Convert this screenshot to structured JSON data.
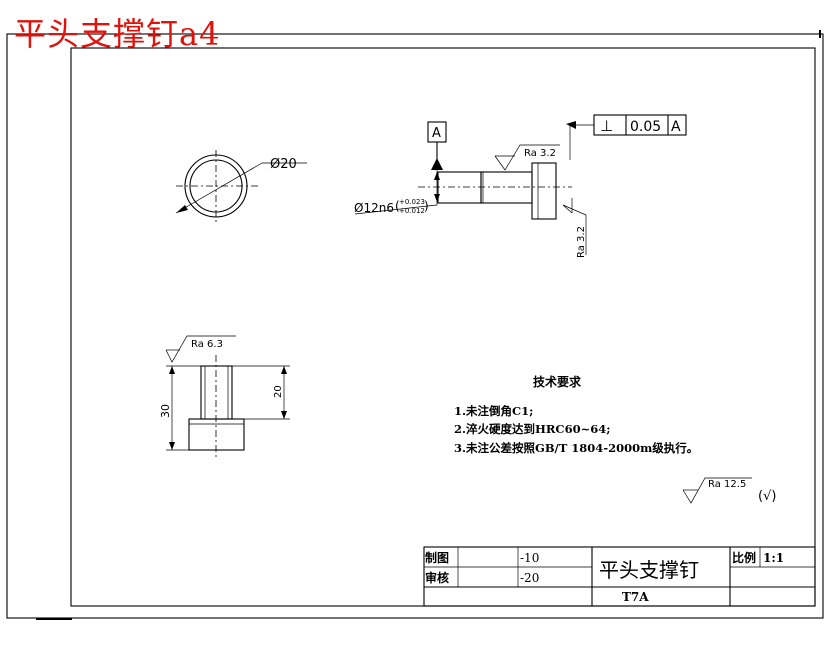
{
  "header": {
    "title": "平头支撑钉a4"
  },
  "views": {
    "circle_view": {
      "diameter_label": "Ø20"
    },
    "main_view": {
      "datum_letter": "A",
      "tolerance_frame": {
        "symbol": "⊥",
        "value": "0.05",
        "datum": "A"
      },
      "roughness_top": "Ra 3.2",
      "roughness_right": "Ra 3.2",
      "diameter_main": "Ø12n6",
      "tol_upper": "+0.023",
      "tol_lower": "+0.012"
    },
    "side_view": {
      "roughness": "Ra 6.3",
      "dim_height": "30",
      "dim_shaft": "20"
    }
  },
  "tech_requirements": {
    "heading": "技术要求",
    "items": [
      "1.未注倒角C1;",
      "2.淬火硬度达到HRC60~64;",
      "3.未注公差按照GB/T 1804-2000m级执行。"
    ]
  },
  "general_roughness": {
    "value": "Ra 12.5",
    "suffix": "(√)"
  },
  "title_block": {
    "drawn_label": "制图",
    "drawn_value": "-10",
    "checked_label": "审核",
    "checked_value": "-20",
    "part_name": "平头支撑钉",
    "scale_label": "比例",
    "scale_value": "1:1",
    "material": "T7A"
  }
}
